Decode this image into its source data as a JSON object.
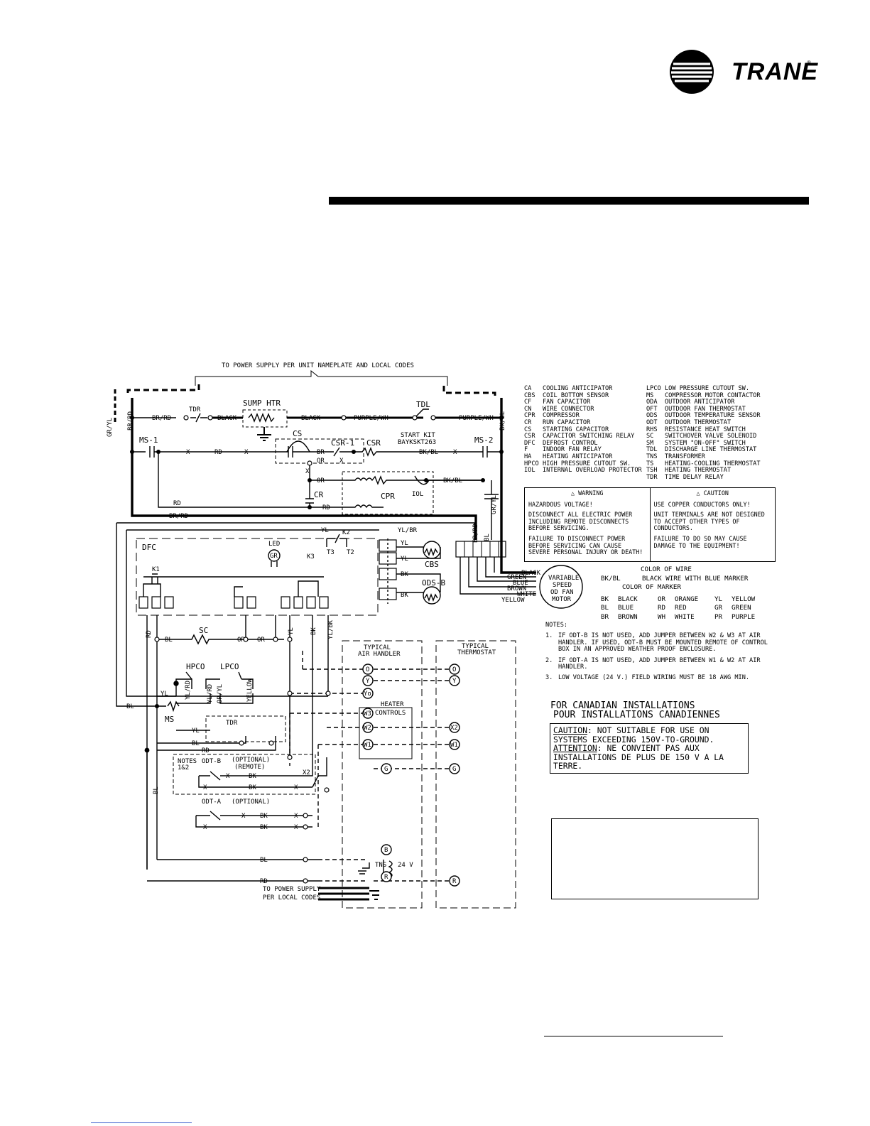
{
  "brand": {
    "name": "TRANE",
    "registered": "®"
  },
  "diagram": {
    "top_label": "TO POWER SUPPLY PER UNIT NAMEPLATE AND LOCAL CODES",
    "sump_htr": "SUMP HTR",
    "tdl": "TDL",
    "tdr": "TDR",
    "ms1": "MS-1",
    "ms2": "MS-2",
    "cs": "CS",
    "csr1": "CSR-1",
    "csr": "CSR",
    "start_kit": "START KIT",
    "start_kit_part": "BAYKSKT263",
    "cr": "CR",
    "cpr": "CPR",
    "iol": "IOL",
    "dfc": "DFC",
    "led": "LED",
    "led_gr": "GR",
    "k1": "K1",
    "k2": "K2",
    "k3": "K3",
    "cbs": "CBS",
    "ods_b": "ODS-B",
    "sc": "SC",
    "hpco": "HPCO",
    "lpco": "LPCO",
    "ms": "MS",
    "typical_air_handler": [
      "TYPICAL",
      "AIR HANDLER"
    ],
    "typical_thermostat": [
      "TYPICAL",
      "THERMOSTAT"
    ],
    "heater_controls": [
      "HEATER",
      "CONTROLS"
    ],
    "notes_ref": [
      "NOTES",
      "1&2"
    ],
    "odt_b": "ODT-B",
    "odt_b_opt": [
      "(OPTIONAL)",
      "(REMOTE)"
    ],
    "odt_a": "ODT-A",
    "odt_a_opt": "(OPTIONAL)",
    "x2": "X2",
    "tns": "TNS",
    "v24": "24 V",
    "power_supply_bottom": [
      "TO POWER SUPPLY",
      "PER LOCAL CODES"
    ],
    "fan_motor": [
      "VARIABLE",
      "SPEED",
      "OD FAN",
      "MOTOR"
    ],
    "wires": {
      "br_rd": "BR/RD",
      "gr_yl": "GR/YL",
      "black": "BLACK",
      "purple_wh": "PURPLE/WH",
      "bk_bl": "BK/BL",
      "rd": "RD",
      "x": "X",
      "br": "BR",
      "or": "OR",
      "yl": "YL",
      "yl_br": "YL/BR",
      "bk": "BK",
      "bl": "BL",
      "yl_bk": "YL/BK",
      "yl_rd": "YL/RD",
      "or_yl": "OR/YL",
      "yellow": "YELLOW",
      "green": "GREEN",
      "blue": "BLUE",
      "brown": "BROWN",
      "white": "WHITE",
      "t3": "T3",
      "t2": "T2"
    },
    "terminals": [
      "O",
      "Y",
      "Yo",
      "W3",
      "W2",
      "X2",
      "W1",
      "G",
      "B",
      "R"
    ]
  },
  "legend": [
    [
      "CA",
      "COOLING ANTICIPATOR",
      "LPCO",
      "LOW PRESSURE CUTOUT SW."
    ],
    [
      "CBS",
      "COIL BOTTOM SENSOR",
      "MS",
      "COMPRESSOR MOTOR CONTACTOR"
    ],
    [
      "CF",
      "FAN CAPACITOR",
      "ODA",
      "OUTDOOR ANTICIPATOR"
    ],
    [
      "CN",
      "WIRE CONNECTOR",
      "OFT",
      "OUTDOOR FAN THERMOSTAT"
    ],
    [
      "CPR",
      "COMPRESSOR",
      "ODS",
      "OUTDOOR TEMPERATURE SENSOR"
    ],
    [
      "CR",
      "RUN CAPACITOR",
      "ODT",
      "OUTDOOR THERMOSTAT"
    ],
    [
      "CS",
      "STARTING CAPACITOR",
      "RHS",
      "RESISTANCE HEAT SWITCH"
    ],
    [
      "CSR",
      "CAPACITOR SWITCHING RELAY",
      "SC",
      "SWITCHOVER VALVE SOLENOID"
    ],
    [
      "DFC",
      "DEFROST CONTROL",
      "SM",
      "SYSTEM \"ON-OFF\" SWITCH"
    ],
    [
      "F",
      "INDOOR FAN RELAY",
      "TDL",
      "DISCHARGE LINE THERMOSTAT"
    ],
    [
      "HA",
      "HEATING ANTICIPATOR",
      "TNS",
      "TRANSFORMER"
    ],
    [
      "HPCO",
      "HIGH PRESSURE CUTOUT SW.",
      "TS",
      "HEATING-COOLING THERMOSTAT"
    ],
    [
      "IOL",
      "INTERNAL OVERLOAD PROTECTOR",
      "TSH",
      "HEATING THERMOSTAT"
    ],
    [
      "",
      "",
      "TDR",
      "TIME DELAY RELAY"
    ]
  ],
  "warning": {
    "head": "WARNING",
    "lines": [
      "HAZARDOUS VOLTAGE!",
      "DISCONNECT ALL ELECTRIC POWER INCLUDING REMOTE DISCONNECTS BEFORE SERVICING.",
      "FAILURE TO DISCONNECT POWER BEFORE SERVICING CAN CAUSE SEVERE PERSONAL INJURY OR DEATH!"
    ]
  },
  "caution": {
    "head": "CAUTION",
    "lines": [
      "USE COPPER CONDUCTORS ONLY!",
      "UNIT TERMINALS ARE NOT DESIGNED TO ACCEPT OTHER TYPES OF CONDUCTORS.",
      "FAILURE TO DO SO MAY CAUSE DAMAGE TO THE EQUIPMENT!"
    ]
  },
  "color_key": {
    "color_of_wire": "COLOR OF WIRE",
    "example": "BK/BL",
    "example_desc": "BLACK WIRE WITH BLUE MARKER",
    "color_of_marker": "COLOR OF MARKER",
    "codes": [
      [
        "BK",
        "BLACK",
        "OR",
        "ORANGE",
        "YL",
        "YELLOW"
      ],
      [
        "BL",
        "BLUE",
        "RD",
        "RED",
        "GR",
        "GREEN"
      ],
      [
        "BR",
        "BROWN",
        "WH",
        "WHITE",
        "PR",
        "PURPLE"
      ]
    ]
  },
  "notes": {
    "title": "NOTES:",
    "items": [
      [
        "1.",
        "IF ODT-B IS NOT USED, ADD JUMPER BETWEEN W2 & W3 AT AIR HANDLER. IF USED, ODT-B MUST BE MOUNTED REMOTE OF CONTROL BOX IN AN APPROVED WEATHER PROOF ENCLOSURE."
      ],
      [
        "2.",
        "IF ODT-A IS NOT USED, ADD JUMPER BETWEEN W1 & W2 AT AIR HANDLER."
      ],
      [
        "3.",
        "LOW VOLTAGE (24 V.) FIELD WIRING MUST BE 18 AWG MIN."
      ]
    ]
  },
  "canadian": {
    "title1": "FOR CANADIAN INSTALLATIONS",
    "title2": "POUR INSTALLATIONS CANADIENNES",
    "caution_word": "CAUTION",
    "caution_text": ": NOT SUITABLE FOR USE ON SYSTEMS EXCEEDING 150V-TO-GROUND.",
    "attention_word": "ATTENTION",
    "attention_text": ": NE CONVIENT PAS AUX INSTALLATIONS DE PLUS DE 150 V A LA TERRE."
  }
}
